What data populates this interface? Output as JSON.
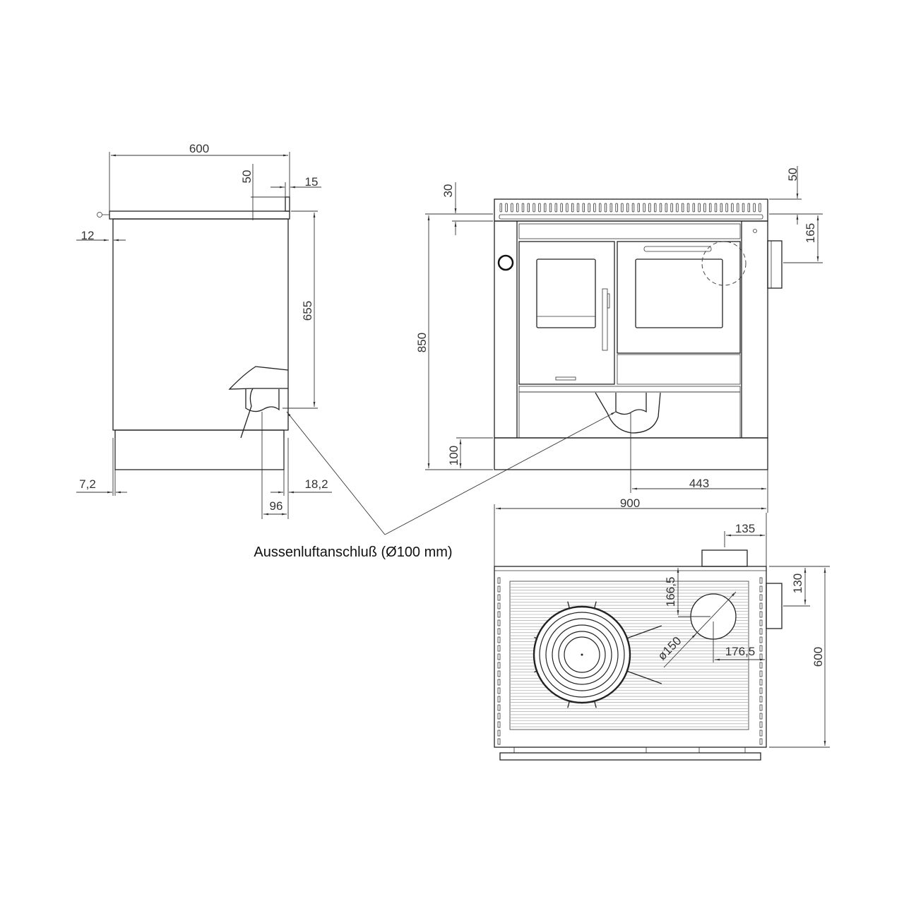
{
  "drawing": {
    "side_view": {
      "width": "600",
      "top_overhang": "50",
      "back_tab": "15",
      "front_offset": "12",
      "air_height": "655",
      "plinth_front": "7,2",
      "plinth_back": "18,2",
      "air_center_from_back": "96"
    },
    "front_view": {
      "top_strip": "30",
      "flue_offset_top": "50",
      "flue_height": "165",
      "height": "850",
      "plinth_height": "100",
      "air_center_from_right": "443",
      "width": "900"
    },
    "top_view": {
      "flue_from_right": "135",
      "side_flue": "130",
      "depth": "600",
      "flue_from_top": "166,5",
      "flue_diameter": "ø150",
      "flue_center_from_right": "176,5"
    },
    "callout": "Aussenluftanschluß (Ø100 mm)"
  }
}
